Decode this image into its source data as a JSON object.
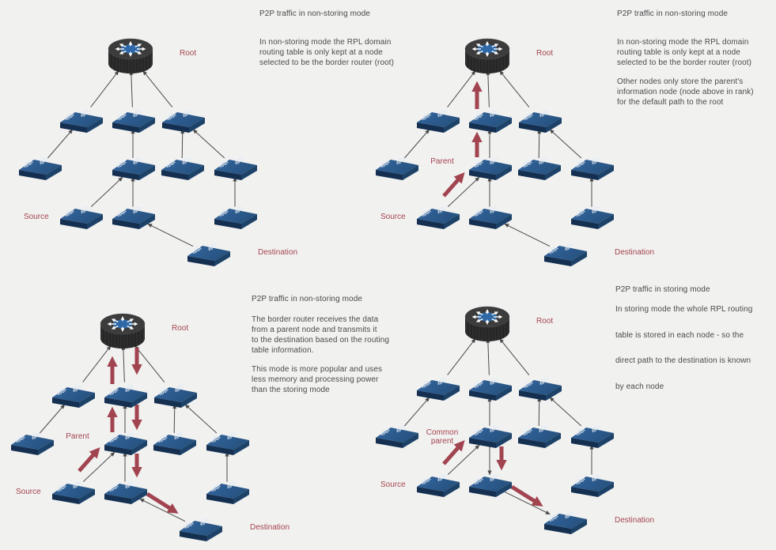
{
  "colors": {
    "background": "#f1f1f0",
    "node_top_light": "#33659e",
    "node_top_dark": "#26527f",
    "node_front": "#142f50",
    "node_side": "#1d4268",
    "router_body": "#2e2e2e",
    "router_bottom": "#252525",
    "router_top": "#3c3c3c",
    "router_hub_blue": "#2e68a6",
    "uplink_gray": "#4a4a4a",
    "traffic_red": "#a14450",
    "label_red": "#a5454f",
    "text_gray": "#4a4a4a"
  },
  "quadrants": [
    {
      "name": "top-left-non-storing-uplinks",
      "title": "P2P traffic in non-storing mode",
      "paragraphs": [
        [
          "In non-storing mode the RPL domain",
          "routing table is only kept at a node",
          "selected to be the border router (root)"
        ]
      ],
      "labels": {
        "root": "Root",
        "source": "Source",
        "destination": "Destination"
      }
    },
    {
      "name": "top-right-non-storing-upward-traffic",
      "title": "P2P traffic in non-storing mode",
      "paragraphs": [
        [
          "In non-storing mode the RPL domain",
          "routing table is only kept at a node",
          "selected to be the border router (root)"
        ],
        [
          "Other nodes only store the parent's",
          "information node (node above in rank)",
          "for the default path to the root"
        ]
      ],
      "labels": {
        "root": "Root",
        "parent": "Parent",
        "source": "Source",
        "destination": "Destination"
      }
    },
    {
      "name": "bottom-left-non-storing-full-path",
      "title": "P2P traffic in non-storing mode",
      "paragraphs": [
        [
          "The border router receives the data",
          "from a parent node and transmits it",
          "to the destination based on the routing",
          "table information."
        ],
        [
          "This mode is more popular and uses",
          "less memory and processing power",
          "than the storing mode"
        ]
      ],
      "labels": {
        "root": "Root",
        "parent": "Parent",
        "source": "Source",
        "destination": "Destination"
      }
    },
    {
      "name": "bottom-right-storing-mode",
      "title": "P2P traffic in storing mode",
      "paragraphs": [
        [
          "In storing mode the whole RPL routing",
          "table is stored in each node - so the",
          "direct path to the destination is known",
          "by each node"
        ]
      ],
      "labels": {
        "root": "Root",
        "parent": [
          "Common",
          "parent"
        ],
        "source": "Source",
        "destination": "Destination"
      }
    }
  ]
}
